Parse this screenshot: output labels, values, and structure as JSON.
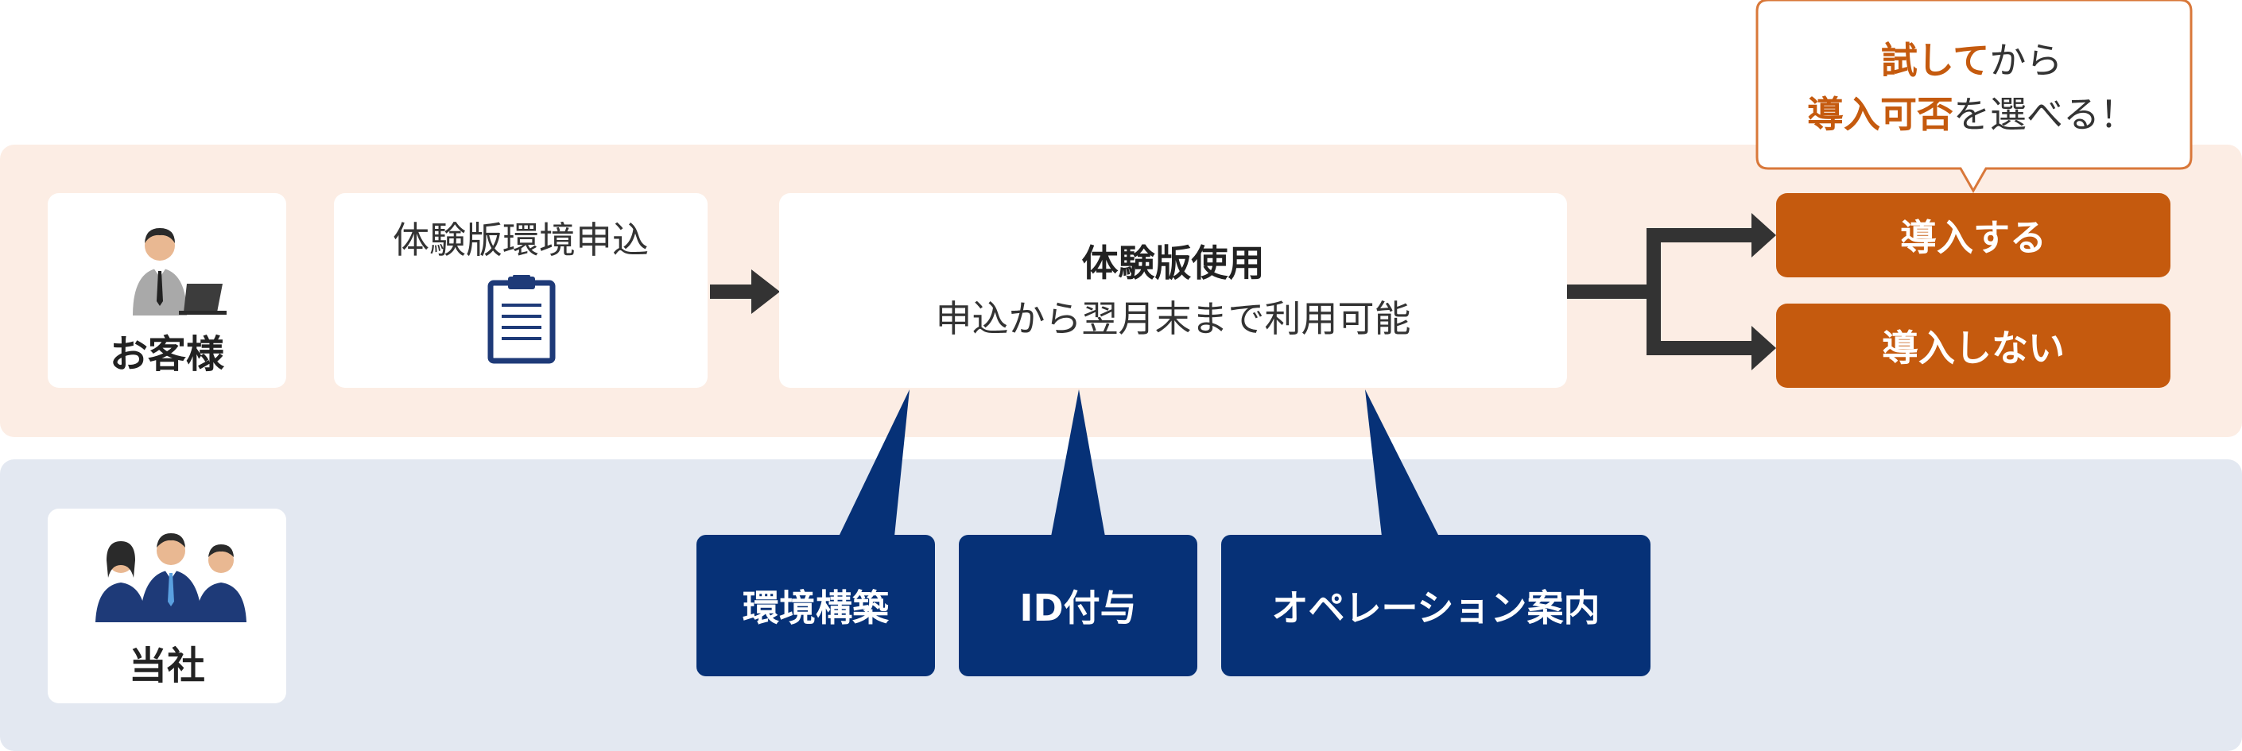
{
  "customer": {
    "label": "お客様"
  },
  "company": {
    "label": "当社"
  },
  "steps": {
    "apply": {
      "label": "体験版環境申込"
    },
    "trial": {
      "title": "体験版使用",
      "subtitle": "申込から翌月末まで利用可能"
    }
  },
  "outcomes": {
    "adopt": "導入する",
    "not_adopt": "導入しない"
  },
  "callout": {
    "line1_accent": "試して",
    "line1_rest": "から",
    "line2_accent": "導入可否",
    "line2_rest": "を選べる！"
  },
  "support_tasks": [
    "環境構築",
    "ID付与",
    "オペレーション案内"
  ],
  "colors": {
    "accent_orange": "#c55a0e",
    "navy": "#063177",
    "customer_lane": "#fcede4",
    "company_lane": "#e3e8f1"
  },
  "icons": [
    "businessman-icon",
    "clipboard-icon",
    "team-icon"
  ]
}
